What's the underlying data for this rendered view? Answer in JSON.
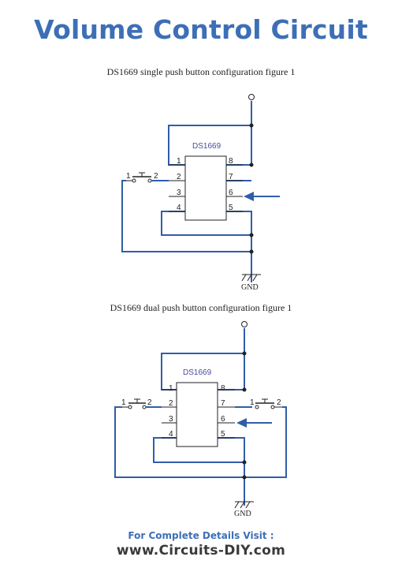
{
  "title": "Volume Control Circuit",
  "figure1": {
    "caption": "DS1669 single push button configuration figure 1",
    "chip_name": "DS1669",
    "pins": [
      "1",
      "2",
      "3",
      "4",
      "5",
      "6",
      "7",
      "8"
    ],
    "button": {
      "pin_a": "1",
      "pin_b": "2"
    },
    "ground_label": "GND"
  },
  "figure2": {
    "caption": "DS1669 dual push button configuration figure 1",
    "chip_name": "DS1669",
    "pins": [
      "1",
      "2",
      "3",
      "4",
      "5",
      "6",
      "7",
      "8"
    ],
    "button_left": {
      "pin_a": "1",
      "pin_b": "2"
    },
    "button_right": {
      "pin_a": "1",
      "pin_b": "2"
    },
    "ground_label": "GND"
  },
  "footer": {
    "visit_text": "For Complete Details Visit :",
    "site": "www.Circuits-DIY.com"
  },
  "colors": {
    "title": "#3d6fb6",
    "wire": "#2f5ea8",
    "pin_line": "#222222"
  }
}
